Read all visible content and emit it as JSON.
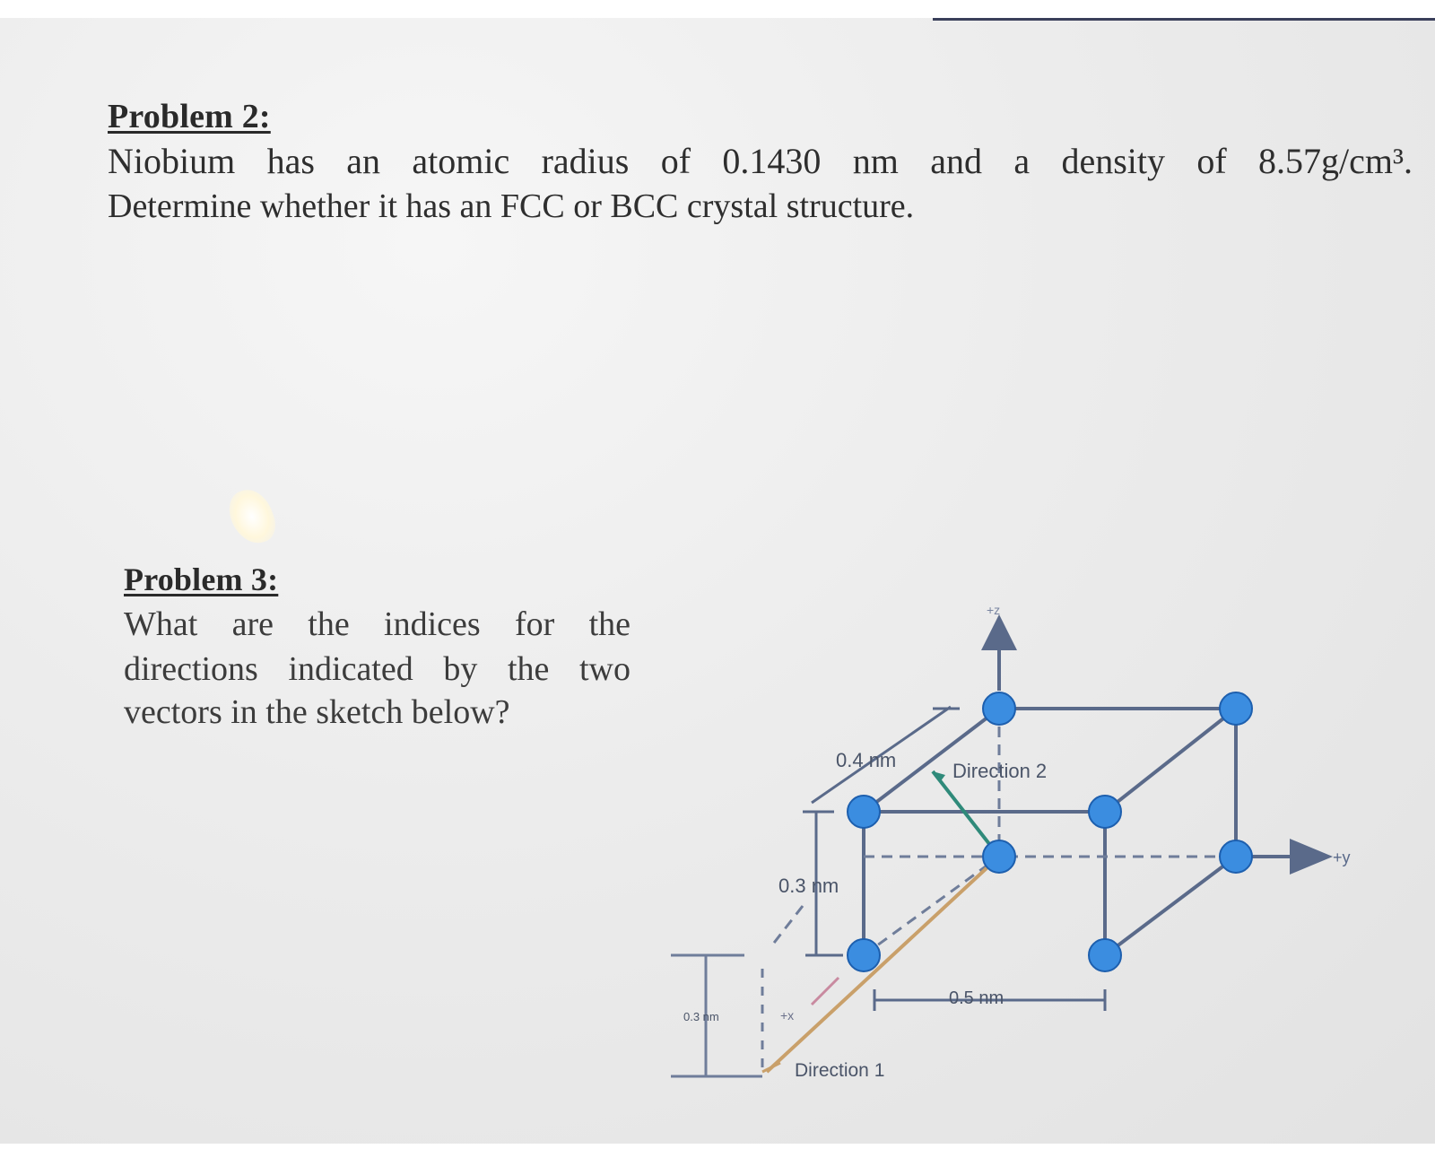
{
  "problem2": {
    "title": "Problem 2:",
    "line1": "Niobium has an atomic radius of 0.1430 nm and a density of 8.57g/cm³.",
    "line2": "Determine whether it has an FCC or BCC crystal structure."
  },
  "problem3": {
    "title": "Problem 3:",
    "line1": "What are the indices for the",
    "line2": "directions indicated by the two",
    "line3": "vectors in the sketch below?"
  },
  "sketch": {
    "label_04nm": "0.4 nm",
    "label_03nm": "0.3 nm",
    "label_05nm": "0.5 nm",
    "label_03nm_small": "0.3 nm",
    "label_direction1": "Direction 1",
    "label_direction2": "Direction 2",
    "axis_x": "+x",
    "axis_y": "+y",
    "axis_z": "+z",
    "atom_color": "#3b8de0",
    "atom_edge": "#1d5fae",
    "frame_color": "#5a6a8a",
    "direction1_color": "#c9a06a",
    "direction2_color": "#2f8a7a"
  }
}
